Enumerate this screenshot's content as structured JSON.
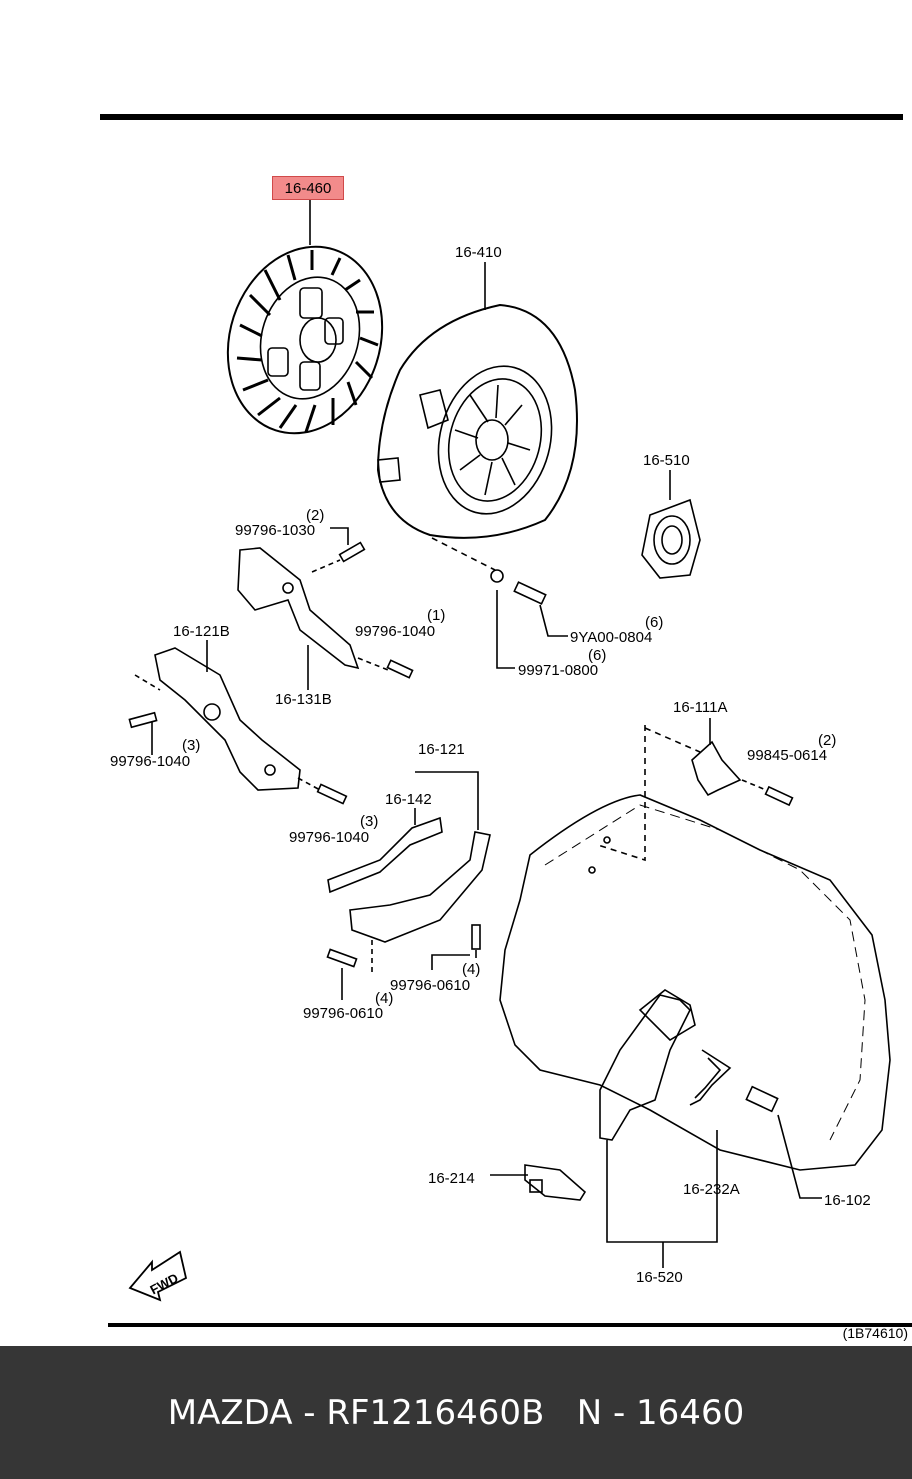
{
  "highlight_label": "16-460",
  "diagram_code": "(1B74610)",
  "footer_text": "MAZDA - RF1216460B   N - 16460",
  "colors": {
    "highlight": "#f28b8b",
    "footer_bg": "#363636",
    "footer_text": "#ffffff"
  },
  "labels": {
    "p16410": "16-410",
    "p16510": "16-510",
    "q2a": "(2)",
    "b99796_1030": "99796-1030",
    "q1": "(1)",
    "b99796_1040a": "99796-1040",
    "p16121B": "16-121B",
    "p16131B": "16-131B",
    "q6a": "(6)",
    "b9YA00": "9YA00-0804",
    "q6b": "(6)",
    "b99971": "99971-0800",
    "q3a": "(3)",
    "b99796_1040b": "99796-1040",
    "p16111A": "16-111A",
    "q2b": "(2)",
    "b99845": "99845-0614",
    "p16121": "16-121",
    "p16142": "16-142",
    "q3b": "(3)",
    "b99796_1040c": "99796-1040",
    "q4a": "(4)",
    "b99796_0610a": "99796-0610",
    "q4b": "(4)",
    "b99796_0610b": "99796-0610",
    "p16214": "16-214",
    "p16232A": "16-232A",
    "p16102": "16-102",
    "p16520": "16-520",
    "fwd": "FWD"
  }
}
